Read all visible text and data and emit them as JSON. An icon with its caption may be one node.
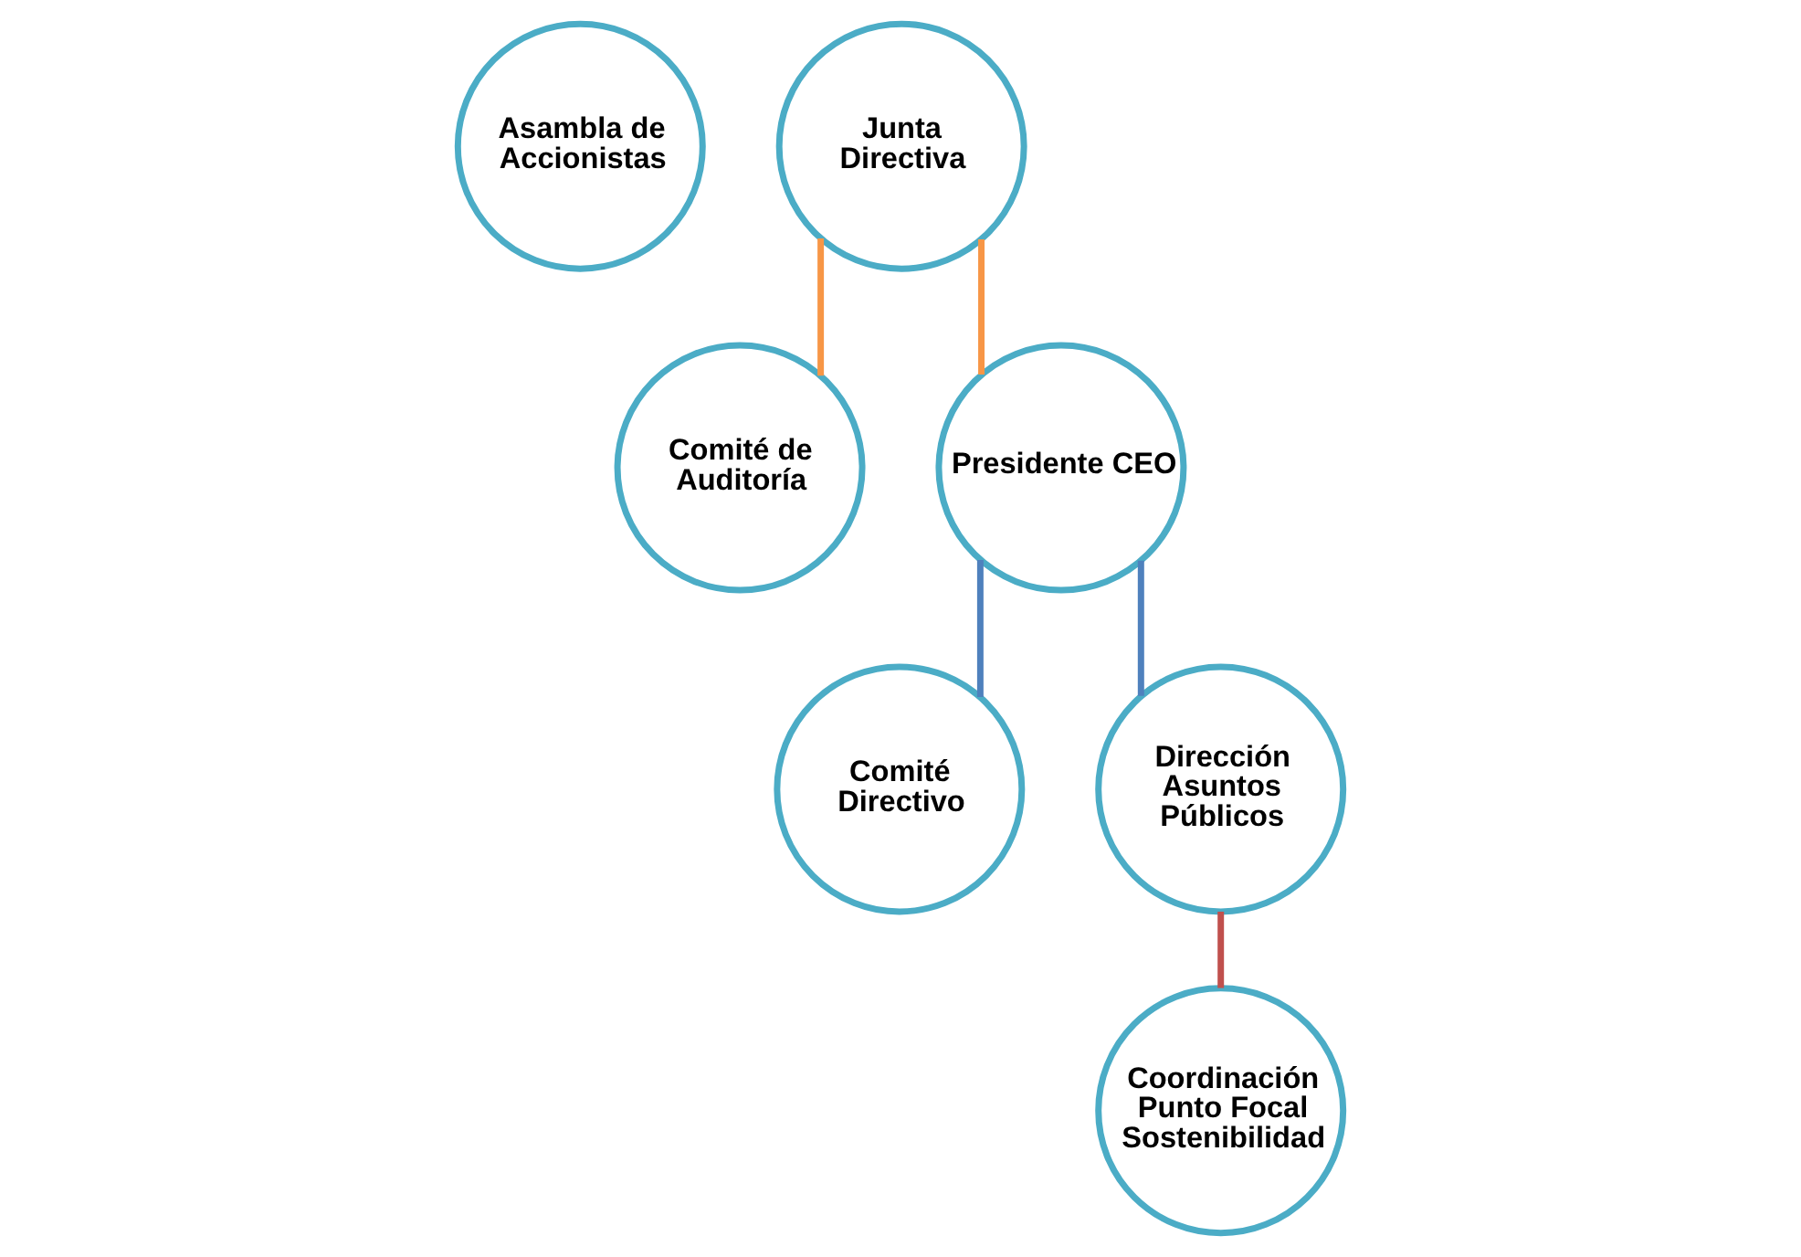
{
  "diagram": {
    "nodes": [
      {
        "text": [
          "Asambla de Accionistas"
        ]
      },
      {
        "text": [
          "Junta Directiva"
        ]
      },
      {
        "text": [
          "Comité de Auditoría"
        ]
      },
      {
        "text": [
          "Presidente CEO"
        ]
      },
      {
        "text": [
          "Comité Directivo"
        ]
      },
      {
        "text": [
          "Dirección Asuntos Públicos"
        ]
      },
      {
        "text": [
          "Coordinación Punto Focal Sostenibilidad"
        ]
      }
    ],
    "edges": [
      {
        "from": 1,
        "to": 2,
        "arrow": "none",
        "color": "#f79646"
      },
      {
        "from": 1,
        "to": 3,
        "arrow": "none",
        "color": "#f79646"
      },
      {
        "from": 3,
        "to": 4,
        "arrow": "none",
        "color": "#4f81bd"
      },
      {
        "from": 3,
        "to": 5,
        "arrow": "none",
        "color": "#4f81bd"
      },
      {
        "from": 5,
        "to": 6,
        "arrow": "none",
        "color": "#c0504d"
      }
    ]
  }
}
